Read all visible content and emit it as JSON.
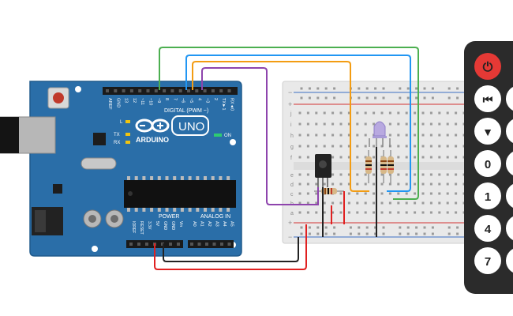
{
  "arduino": {
    "brand": "ARDUINO",
    "model": "UNO",
    "digital_label": "DIGITAL (PWM ~)",
    "power_label": "POWER",
    "analog_label": "ANALOG IN",
    "on_label": "ON",
    "tx_label": "TX",
    "rx_label": "RX",
    "l_label": "L",
    "top_pin_labels": [
      "AREF",
      "GND",
      "13",
      "12",
      "~11",
      "~10",
      "~9",
      "8",
      "7",
      "~6",
      "~5",
      "4",
      "~3",
      "2",
      "TX►1",
      "RX◄0"
    ],
    "power_pin_labels": [
      "IOREF",
      "RESET",
      "3.3V",
      "5V",
      "GND",
      "GND",
      "Vin"
    ],
    "analog_pin_labels": [
      "A0",
      "A1",
      "A2",
      "A3",
      "A4",
      "A5"
    ]
  },
  "breadboard": {
    "row_letters_top": [
      "j",
      "i",
      "h",
      "g",
      "f"
    ],
    "row_letters_bottom": [
      "e",
      "d",
      "c",
      "b",
      "a"
    ],
    "rail_plus": "+",
    "rail_minus": "−"
  },
  "remote": {
    "buttons": [
      {
        "id": "power",
        "label": "⏻",
        "color": "#e53935"
      },
      {
        "id": "rewind",
        "label": "⏮",
        "color": "#1c1c1c"
      },
      {
        "id": "down",
        "label": "▼",
        "color": "#1c1c1c"
      },
      {
        "id": "zero",
        "label": "0",
        "color": "#1c1c1c"
      },
      {
        "id": "one",
        "label": "1",
        "color": "#1c1c1c"
      },
      {
        "id": "four",
        "label": "4",
        "color": "#1c1c1c"
      },
      {
        "id": "seven",
        "label": "7",
        "color": "#1c1c1c"
      }
    ]
  },
  "colors": {
    "board": "#2a6ea8",
    "wire_green": "#4caf50",
    "wire_blue": "#2196f3",
    "wire_orange": "#f39c12",
    "wire_purple": "#8e44ad",
    "wire_red": "#e02020",
    "wire_black": "#222222"
  }
}
